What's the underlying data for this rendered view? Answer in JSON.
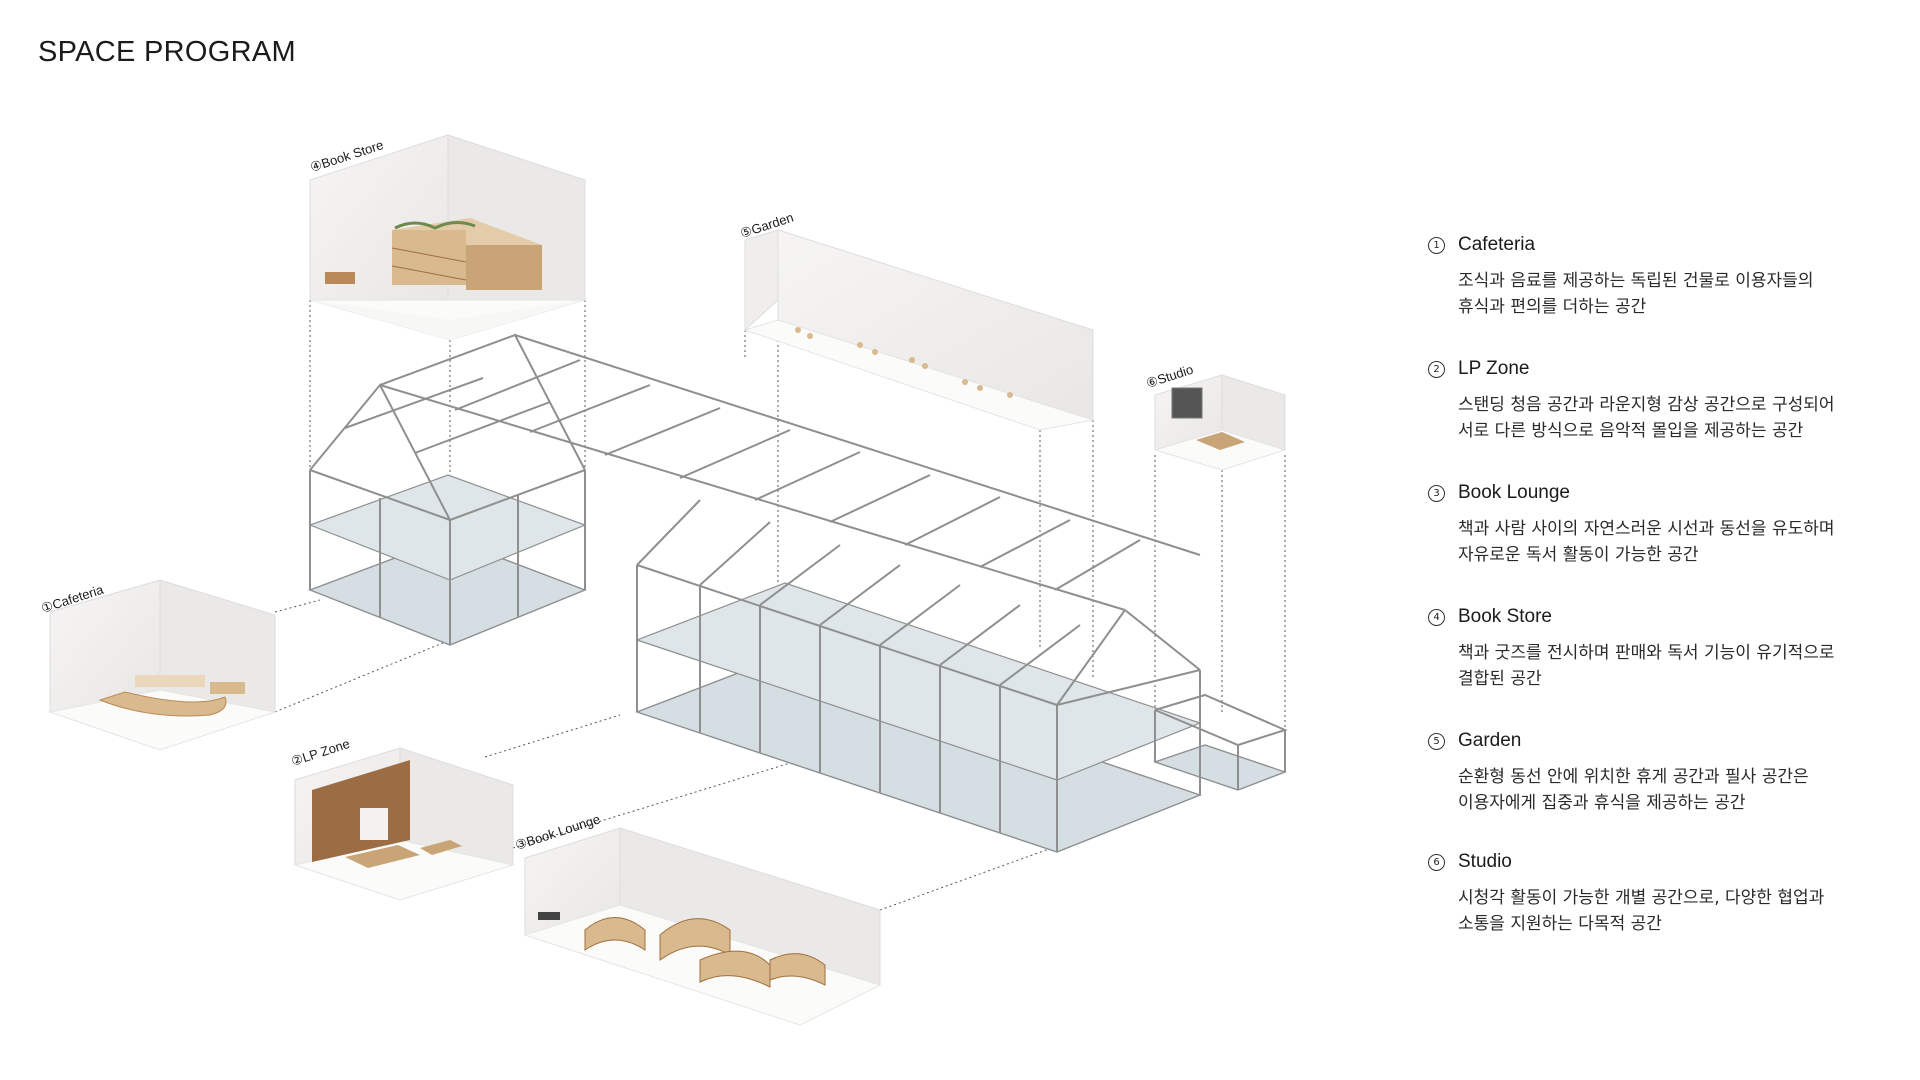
{
  "title": "SPACE PROGRAM",
  "room_labels": {
    "book_store": "④Book Store",
    "garden": "⑤Garden",
    "studio": "⑥Studio",
    "cafeteria": "①Cafeteria",
    "lp_zone": "②LP Zone",
    "book_lounge": "③Book Lounge"
  },
  "legend": [
    {
      "num": "1",
      "name": "Cafeteria",
      "desc": [
        "조식과 음료를 제공하는 독립된 건물로 이용자들의",
        "휴식과 편의를 더하는 공간"
      ]
    },
    {
      "num": "2",
      "name": "LP Zone",
      "desc": [
        "스탠딩 청음 공간과 라운지형 감상 공간으로 구성되어",
        "서로 다른 방식으로 음악적 몰입을 제공하는 공간"
      ]
    },
    {
      "num": "3",
      "name": "Book Lounge",
      "desc": [
        "책과 사람 사이의 자연스러운 시선과 동선을 유도하며",
        "자유로운 독서 활동이 가능한 공간"
      ]
    },
    {
      "num": "4",
      "name": "Book Store",
      "desc": [
        "책과 굿즈를 전시하며 판매와 독서 기능이 유기적으로",
        "결합된 공간"
      ]
    },
    {
      "num": "5",
      "name": "Garden",
      "desc": [
        "순환형 동선 안에 위치한 휴게 공간과 필사 공간은",
        "이용자에게 집중과 휴식을 제공하는 공간"
      ]
    },
    {
      "num": "6",
      "name": "Studio",
      "desc": [
        "시청각 활동이 가능한 개별 공간으로, 다양한 협업과",
        "소통을 지원하는 다목적 공간"
      ]
    }
  ],
  "colors": {
    "wall": "#f3f2f1",
    "wall_dark": "#e4e2e0",
    "floor": "#fbfbfa",
    "glass": "#d5dee2",
    "frame": "#8f8f8f",
    "wood": "#d9b98e",
    "wood_dark": "#a0703f"
  }
}
